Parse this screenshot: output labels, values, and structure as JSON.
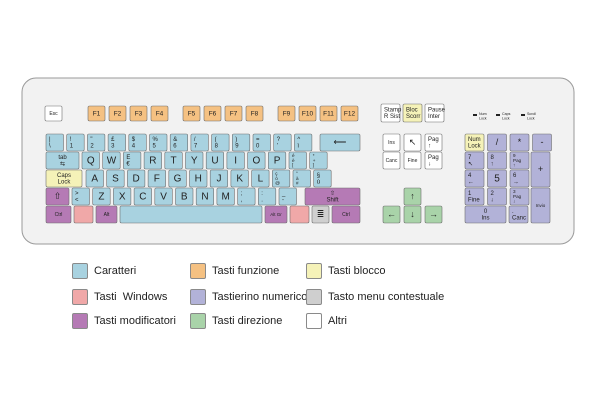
{
  "colors": {
    "characters": "#a8d2e0",
    "function": "#f5c182",
    "lock": "#f5f2b8",
    "windows": "#f0a8a8",
    "numpad": "#b2b2d8",
    "context": "#cfcfcf",
    "modifier": "#b57ab5",
    "arrows": "#a9d3a9",
    "other": "#ffffff",
    "keyboard_body": "#f2f2f2",
    "keyboard_border": "#9a9a9a",
    "led": "#222222"
  },
  "keyboard": {
    "leds": [
      {
        "name": "num-lock-led",
        "label": "Num Lock"
      },
      {
        "name": "caps-lock-led",
        "label": "Caps Lock"
      },
      {
        "name": "scroll-lock-led",
        "label": "Scroll Lock"
      }
    ],
    "keys": [
      {
        "name": "key-esc",
        "cat": "other",
        "lines": [
          "Esc"
        ]
      },
      {
        "name": "key-f1",
        "cat": "function",
        "lines": [
          "F1"
        ]
      },
      {
        "name": "key-f2",
        "cat": "function",
        "lines": [
          "F2"
        ]
      },
      {
        "name": "key-f3",
        "cat": "function",
        "lines": [
          "F3"
        ]
      },
      {
        "name": "key-f4",
        "cat": "function",
        "lines": [
          "F4"
        ]
      },
      {
        "name": "key-f5",
        "cat": "function",
        "lines": [
          "F5"
        ]
      },
      {
        "name": "key-f6",
        "cat": "function",
        "lines": [
          "F6"
        ]
      },
      {
        "name": "key-f7",
        "cat": "function",
        "lines": [
          "F7"
        ]
      },
      {
        "name": "key-f8",
        "cat": "function",
        "lines": [
          "F8"
        ]
      },
      {
        "name": "key-f9",
        "cat": "function",
        "lines": [
          "F9"
        ]
      },
      {
        "name": "key-f10",
        "cat": "function",
        "lines": [
          "F10"
        ]
      },
      {
        "name": "key-f11",
        "cat": "function",
        "lines": [
          "F11"
        ]
      },
      {
        "name": "key-f12",
        "cat": "function",
        "lines": [
          "F12"
        ]
      },
      {
        "name": "key-print-screen",
        "cat": "other",
        "lines": [
          "Stamp",
          "R Sist"
        ]
      },
      {
        "name": "key-scroll-lock",
        "cat": "lock",
        "lines": [
          "Bloc",
          "Scorr"
        ]
      },
      {
        "name": "key-pause",
        "cat": "other",
        "lines": [
          "Pause",
          "Inter"
        ]
      },
      {
        "name": "key-backslash",
        "cat": "characters",
        "lines": [
          "|",
          "\\"
        ]
      },
      {
        "name": "key-1",
        "cat": "characters",
        "lines": [
          "!",
          "1"
        ]
      },
      {
        "name": "key-2",
        "cat": "characters",
        "lines": [
          "\"",
          "2"
        ]
      },
      {
        "name": "key-3",
        "cat": "characters",
        "lines": [
          "£",
          "3"
        ]
      },
      {
        "name": "key-4",
        "cat": "characters",
        "lines": [
          "$",
          "4"
        ]
      },
      {
        "name": "key-5",
        "cat": "characters",
        "lines": [
          "%",
          "5"
        ]
      },
      {
        "name": "key-6",
        "cat": "characters",
        "lines": [
          "&",
          "6"
        ]
      },
      {
        "name": "key-7",
        "cat": "characters",
        "lines": [
          "/",
          "7"
        ]
      },
      {
        "name": "key-8",
        "cat": "characters",
        "lines": [
          "(",
          "8"
        ]
      },
      {
        "name": "key-9",
        "cat": "characters",
        "lines": [
          ")",
          "9"
        ]
      },
      {
        "name": "key-0",
        "cat": "characters",
        "lines": [
          "=",
          "0"
        ]
      },
      {
        "name": "key-apostrophe",
        "cat": "characters",
        "lines": [
          "?",
          "'"
        ]
      },
      {
        "name": "key-igrave",
        "cat": "characters",
        "lines": [
          "^",
          "ì"
        ]
      },
      {
        "name": "key-backspace",
        "cat": "characters",
        "lines": [
          "⟵"
        ]
      },
      {
        "name": "key-ins",
        "cat": "other",
        "lines": [
          "Ins"
        ]
      },
      {
        "name": "key-home",
        "cat": "other",
        "lines": [
          "↖"
        ]
      },
      {
        "name": "key-page-up",
        "cat": "other",
        "lines": [
          "Pag",
          "↑"
        ]
      },
      {
        "name": "key-num-lock",
        "cat": "lock",
        "lines": [
          "Num",
          "Lock"
        ]
      },
      {
        "name": "key-num-divide",
        "cat": "numpad",
        "lines": [
          "/"
        ]
      },
      {
        "name": "key-num-multiply",
        "cat": "numpad",
        "lines": [
          "*"
        ]
      },
      {
        "name": "key-num-minus",
        "cat": "numpad",
        "lines": [
          "-"
        ]
      },
      {
        "name": "key-tab",
        "cat": "characters",
        "lines": [
          "tab",
          "⇆"
        ]
      },
      {
        "name": "key-q",
        "cat": "characters",
        "lines": [
          "Q"
        ]
      },
      {
        "name": "key-w",
        "cat": "characters",
        "lines": [
          "W"
        ]
      },
      {
        "name": "key-e",
        "cat": "characters",
        "lines": [
          "E",
          "€"
        ]
      },
      {
        "name": "key-r",
        "cat": "characters",
        "lines": [
          "R"
        ]
      },
      {
        "name": "key-t",
        "cat": "characters",
        "lines": [
          "T"
        ]
      },
      {
        "name": "key-y",
        "cat": "characters",
        "lines": [
          "Y"
        ]
      },
      {
        "name": "key-u",
        "cat": "characters",
        "lines": [
          "U"
        ]
      },
      {
        "name": "key-i",
        "cat": "characters",
        "lines": [
          "I"
        ]
      },
      {
        "name": "key-o",
        "cat": "characters",
        "lines": [
          "O"
        ]
      },
      {
        "name": "key-p",
        "cat": "characters",
        "lines": [
          "P"
        ]
      },
      {
        "name": "key-egrave",
        "cat": "characters",
        "lines": [
          "é",
          "è",
          "["
        ]
      },
      {
        "name": "key-plus",
        "cat": "characters",
        "lines": [
          "*",
          "+",
          "]"
        ]
      },
      {
        "name": "key-enter",
        "cat": "characters",
        "lines": [
          "↵"
        ]
      },
      {
        "name": "key-canc",
        "cat": "other",
        "lines": [
          "Canc"
        ]
      },
      {
        "name": "key-end",
        "cat": "other",
        "lines": [
          "Fine"
        ]
      },
      {
        "name": "key-page-down",
        "cat": "other",
        "lines": [
          "Pag",
          "↓"
        ]
      },
      {
        "name": "key-num-7",
        "cat": "numpad",
        "lines": [
          "7",
          "↖"
        ]
      },
      {
        "name": "key-num-8",
        "cat": "numpad",
        "lines": [
          "8",
          "↑"
        ]
      },
      {
        "name": "key-num-9",
        "cat": "numpad",
        "lines": [
          "9",
          "Pag",
          "↑"
        ]
      },
      {
        "name": "key-num-plus",
        "cat": "numpad",
        "lines": [
          "+"
        ]
      },
      {
        "name": "key-caps-lock",
        "cat": "lock",
        "lines": [
          "Caps",
          "Lock"
        ]
      },
      {
        "name": "key-a",
        "cat": "characters",
        "lines": [
          "A"
        ]
      },
      {
        "name": "key-s",
        "cat": "characters",
        "lines": [
          "S"
        ]
      },
      {
        "name": "key-d",
        "cat": "characters",
        "lines": [
          "D"
        ]
      },
      {
        "name": "key-f",
        "cat": "characters",
        "lines": [
          "F"
        ]
      },
      {
        "name": "key-g",
        "cat": "characters",
        "lines": [
          "G"
        ]
      },
      {
        "name": "key-h",
        "cat": "characters",
        "lines": [
          "H"
        ]
      },
      {
        "name": "key-j",
        "cat": "characters",
        "lines": [
          "J"
        ]
      },
      {
        "name": "key-k",
        "cat": "characters",
        "lines": [
          "K"
        ]
      },
      {
        "name": "key-l",
        "cat": "characters",
        "lines": [
          "L"
        ]
      },
      {
        "name": "key-ograve",
        "cat": "characters",
        "lines": [
          "ç",
          "ò",
          "@"
        ]
      },
      {
        "name": "key-agrave",
        "cat": "characters",
        "lines": [
          "°",
          "à",
          "#"
        ]
      },
      {
        "name": "key-ugrave",
        "cat": "characters",
        "lines": [
          "§",
          "ù"
        ]
      },
      {
        "name": "key-num-4",
        "cat": "numpad",
        "lines": [
          "4",
          "←"
        ]
      },
      {
        "name": "key-num-5",
        "cat": "numpad",
        "lines": [
          "5"
        ]
      },
      {
        "name": "key-num-6",
        "cat": "numpad",
        "lines": [
          "6",
          "→"
        ]
      },
      {
        "name": "key-shift-left",
        "cat": "modifier",
        "lines": [
          "⇧"
        ]
      },
      {
        "name": "key-less-than",
        "cat": "characters",
        "lines": [
          ">",
          "<"
        ]
      },
      {
        "name": "key-z",
        "cat": "characters",
        "lines": [
          "Z"
        ]
      },
      {
        "name": "key-x",
        "cat": "characters",
        "lines": [
          "X"
        ]
      },
      {
        "name": "key-c",
        "cat": "characters",
        "lines": [
          "C"
        ]
      },
      {
        "name": "key-v",
        "cat": "characters",
        "lines": [
          "V"
        ]
      },
      {
        "name": "key-b",
        "cat": "characters",
        "lines": [
          "B"
        ]
      },
      {
        "name": "key-n",
        "cat": "characters",
        "lines": [
          "N"
        ]
      },
      {
        "name": "key-m",
        "cat": "characters",
        "lines": [
          "M"
        ]
      },
      {
        "name": "key-comma",
        "cat": "characters",
        "lines": [
          ";",
          ","
        ]
      },
      {
        "name": "key-period",
        "cat": "characters",
        "lines": [
          ":",
          "."
        ]
      },
      {
        "name": "key-minus",
        "cat": "characters",
        "lines": [
          "_",
          "-"
        ]
      },
      {
        "name": "key-shift-right",
        "cat": "modifier",
        "lines": [
          "⇧",
          "Shift"
        ]
      },
      {
        "name": "key-arrow-up",
        "cat": "arrows",
        "lines": [
          "↑"
        ]
      },
      {
        "name": "key-num-1",
        "cat": "numpad",
        "lines": [
          "1",
          "Fine"
        ]
      },
      {
        "name": "key-num-2",
        "cat": "numpad",
        "lines": [
          "2",
          "↓"
        ]
      },
      {
        "name": "key-num-3",
        "cat": "numpad",
        "lines": [
          "3",
          "Pag",
          "↓"
        ]
      },
      {
        "name": "key-num-enter",
        "cat": "numpad",
        "lines": [
          "Invio"
        ]
      },
      {
        "name": "key-ctrl-left",
        "cat": "modifier",
        "lines": [
          "Ctrl"
        ]
      },
      {
        "name": "key-win-left",
        "cat": "windows",
        "lines": [
          ""
        ]
      },
      {
        "name": "key-alt",
        "cat": "modifier",
        "lines": [
          "Alt"
        ]
      },
      {
        "name": "key-space",
        "cat": "characters",
        "lines": [
          ""
        ]
      },
      {
        "name": "key-alt-gr",
        "cat": "modifier",
        "lines": [
          "Alt Gr"
        ]
      },
      {
        "name": "key-win-right",
        "cat": "windows",
        "lines": [
          ""
        ]
      },
      {
        "name": "key-context-menu",
        "cat": "context",
        "lines": [
          "≣"
        ]
      },
      {
        "name": "key-ctrl-right",
        "cat": "modifier",
        "lines": [
          "Ctrl"
        ]
      },
      {
        "name": "key-arrow-left",
        "cat": "arrows",
        "lines": [
          "←"
        ]
      },
      {
        "name": "key-arrow-down",
        "cat": "arrows",
        "lines": [
          "↓"
        ]
      },
      {
        "name": "key-arrow-right",
        "cat": "arrows",
        "lines": [
          "→"
        ]
      },
      {
        "name": "key-num-0",
        "cat": "numpad",
        "lines": [
          "0",
          "Ins"
        ]
      },
      {
        "name": "key-num-decimal",
        "cat": "numpad",
        "lines": [
          ".",
          "Canc"
        ]
      }
    ]
  },
  "legend": [
    {
      "name": "legend-characters",
      "cat": "characters",
      "label": "Caratteri"
    },
    {
      "name": "legend-function",
      "cat": "function",
      "label": "Tasti funzione"
    },
    {
      "name": "legend-lock",
      "cat": "lock",
      "label": "Tasti blocco"
    },
    {
      "name": "legend-windows",
      "cat": "windows",
      "label": "Tasti  Windows"
    },
    {
      "name": "legend-numpad",
      "cat": "numpad",
      "label": "Tastierino numerico"
    },
    {
      "name": "legend-context",
      "cat": "context",
      "label": "Tasto menu contestuale"
    },
    {
      "name": "legend-modifier",
      "cat": "modifier",
      "label": "Tasti modificatori"
    },
    {
      "name": "legend-arrows",
      "cat": "arrows",
      "label": "Tasti direzione"
    },
    {
      "name": "legend-other",
      "cat": "other",
      "label": "Altri"
    }
  ]
}
